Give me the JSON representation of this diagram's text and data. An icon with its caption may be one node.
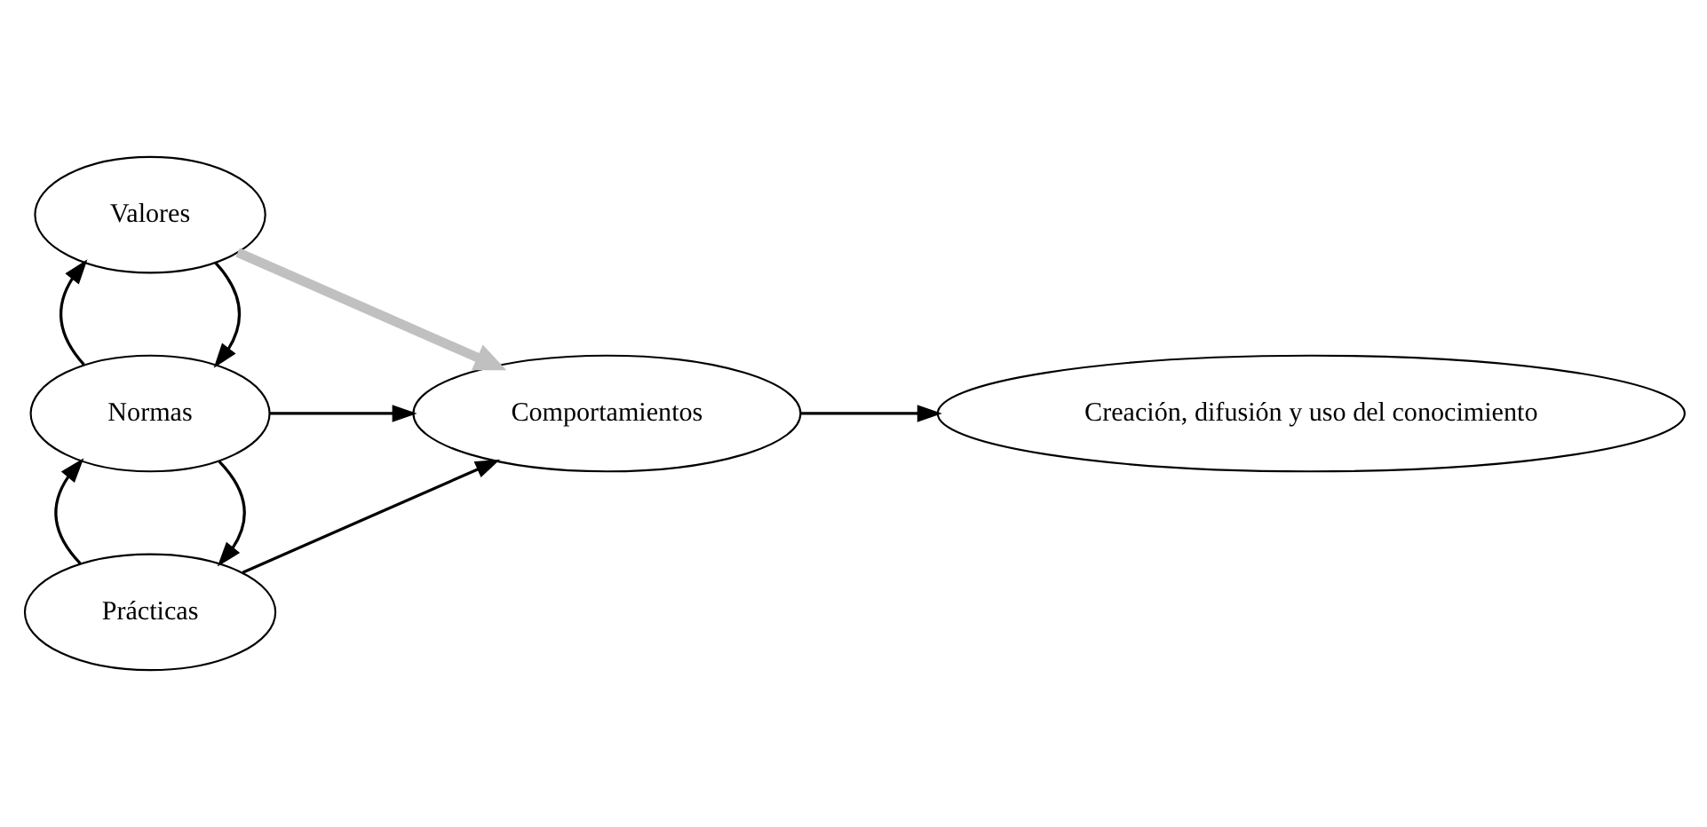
{
  "diagram": {
    "nodes": [
      {
        "text": [
          "Prácticas"
        ]
      },
      {
        "text": [
          "Normas"
        ]
      },
      {
        "text": [
          "Valores"
        ]
      },
      {
        "text": [
          "Comportamientos"
        ]
      },
      {
        "text": [
          "Creación, difusión y uso del conocimiento"
        ]
      }
    ],
    "edges": [
      {
        "from": 1,
        "to": 0,
        "arrow": "to"
      },
      {
        "from": 0,
        "to": 1,
        "arrow": "to"
      },
      {
        "from": 0,
        "to": 3,
        "arrow": "to"
      },
      {
        "from": 1,
        "to": 3,
        "arrow": "to"
      },
      {
        "from": 2,
        "to": 1,
        "arrow": "to"
      },
      {
        "from": 1,
        "to": 2,
        "arrow": "to"
      },
      {
        "from": 2,
        "to": 3,
        "arrow": "to",
        "style": "thick",
        "color": "#c0c0c0"
      },
      {
        "from": 3,
        "to": 4,
        "arrow": "to"
      }
    ]
  }
}
